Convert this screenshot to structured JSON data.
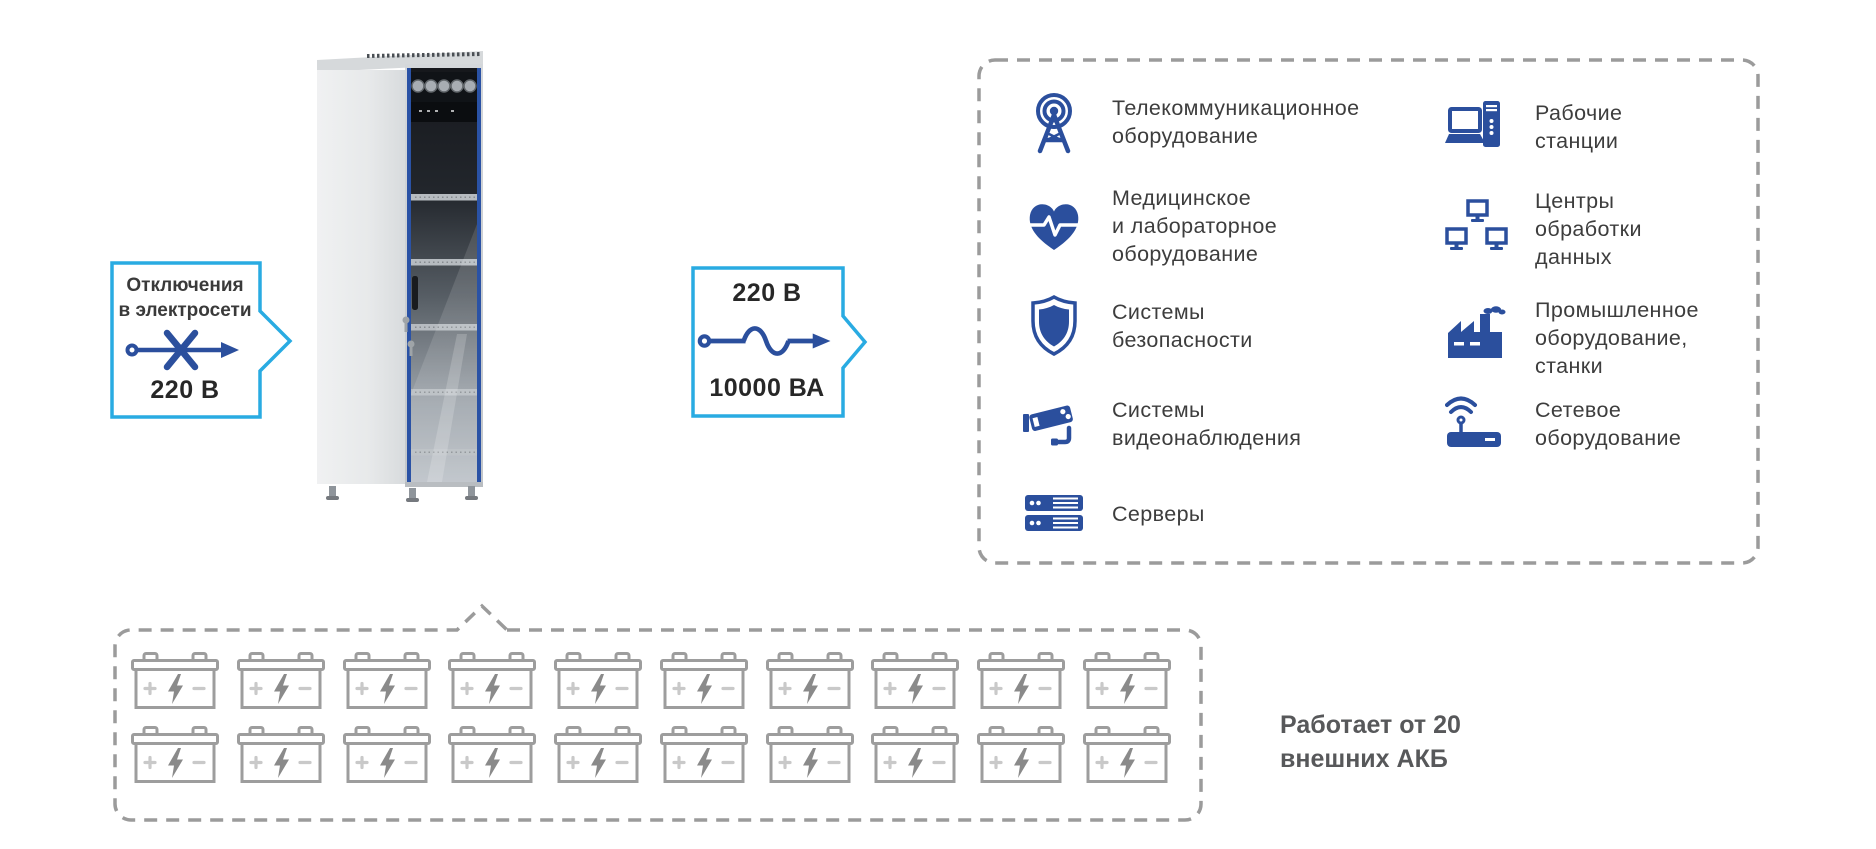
{
  "colors": {
    "accent_cyan": "#29abe2",
    "icon_blue": "#2b4f9d",
    "dash_gray": "#9b9b9b",
    "battery_gray": "#9d9d9d",
    "caption_gray": "#57585a"
  },
  "input_callout": {
    "title": "Отключения\nв электросети",
    "value": "220 В",
    "icon": "power-outage-arrow"
  },
  "output_callout": {
    "voltage": "220 В",
    "power": "10000 ВА",
    "icon": "sine-wave-arrow"
  },
  "loads_panel": {
    "left": [
      {
        "icon": "telecom-tower-icon",
        "label": "Телекоммуникационное\nоборудование"
      },
      {
        "icon": "medical-heart-icon",
        "label": "Медицинское\nи лабораторное\nоборудование"
      },
      {
        "icon": "security-shield-icon",
        "label": "Системы\nбезопасности"
      },
      {
        "icon": "cctv-camera-icon",
        "label": "Системы\nвидеонаблюдения"
      },
      {
        "icon": "servers-icon",
        "label": "Серверы"
      }
    ],
    "right": [
      {
        "icon": "workstation-icon",
        "label": "Рабочие\nстанции"
      },
      {
        "icon": "data-center-icon",
        "label": "Центры\nобработки\nданных"
      },
      {
        "icon": "factory-icon",
        "label": "Промышленное\nоборудование,\nстанки"
      },
      {
        "icon": "router-icon",
        "label": "Сетевое\nоборудование"
      }
    ]
  },
  "battery_panel": {
    "caption": "Работает от 20\nвнешних АКБ",
    "rows": 2,
    "per_row": 10,
    "total": 20
  }
}
